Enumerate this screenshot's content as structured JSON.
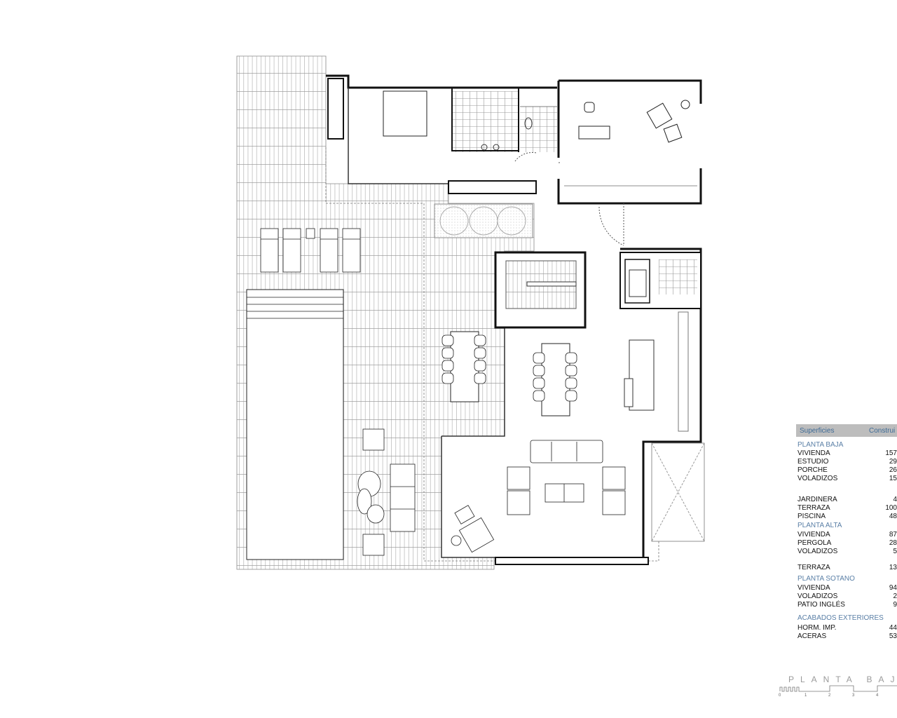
{
  "drawing": {
    "title": "PLANTA BAJA",
    "scale_labels": [
      "0",
      "1",
      "2",
      "3",
      "4"
    ]
  },
  "table": {
    "headers": [
      "Superficies",
      "Construi"
    ],
    "sections": [
      {
        "title": "PLANTA BAJA",
        "rows": [
          [
            "VIVIENDA",
            "157"
          ],
          [
            "ESTUDIO",
            "29"
          ],
          [
            "PORCHE",
            "26"
          ],
          [
            "VOLADIZOS",
            "15"
          ],
          [
            "JARDINERA",
            "4"
          ],
          [
            "TERRAZA",
            "100"
          ],
          [
            "PISCINA",
            "48"
          ]
        ]
      },
      {
        "title": "PLANTA ALTA",
        "rows": [
          [
            "VIVIENDA",
            "87"
          ],
          [
            "PERGOLA",
            "28"
          ],
          [
            "VOLADIZOS",
            "5"
          ],
          [
            "TERRAZA",
            "13"
          ]
        ]
      },
      {
        "title": "PLANTA SOTANO",
        "rows": [
          [
            "VIVIENDA",
            "94"
          ],
          [
            "VOLADIZOS",
            "2"
          ],
          [
            "PATIO INGLÉS",
            "9"
          ]
        ]
      },
      {
        "title": "ACABADOS EXTERIORES",
        "rows": [
          [
            "HORM. IMP.",
            "44"
          ],
          [
            "ACERAS",
            "53"
          ]
        ]
      }
    ]
  },
  "colors": {
    "wall": "#111111",
    "deck": "#9a9a9a",
    "header_bg": "#bdbdbd",
    "section_title": "#5a7fa6"
  }
}
